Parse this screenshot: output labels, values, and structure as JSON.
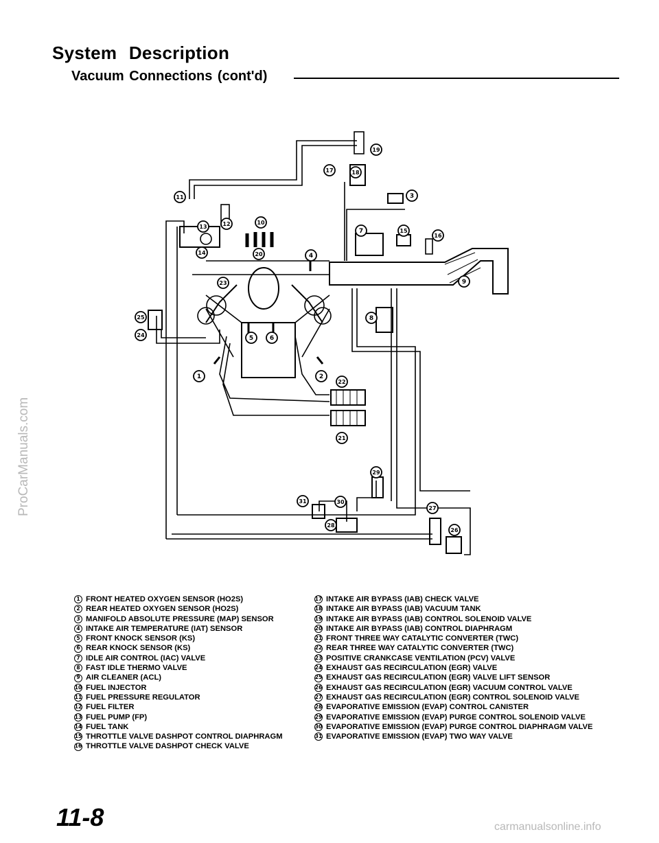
{
  "header": {
    "title": "System Description",
    "subtitle": "Vacuum Connections (cont'd)"
  },
  "watermark": "ProCarManuals.com",
  "footer": {
    "page_number": "11-8",
    "site": "carmanualsonline.info"
  },
  "diagram_callouts": [
    "1",
    "2",
    "3",
    "4",
    "5",
    "6",
    "7",
    "8",
    "9",
    "10",
    "11",
    "12",
    "13",
    "14",
    "15",
    "16",
    "17",
    "18",
    "19",
    "20",
    "21",
    "22",
    "23",
    "24",
    "25",
    "26",
    "27",
    "28",
    "29",
    "30",
    "31"
  ],
  "legend_left": [
    {
      "num": "1",
      "label": "FRONT HEATED OXYGEN SENSOR (HO2S)"
    },
    {
      "num": "2",
      "label": "REAR HEATED OXYGEN SENSOR (HO2S)"
    },
    {
      "num": "3",
      "label": "MANIFOLD ABSOLUTE PRESSURE (MAP) SENSOR"
    },
    {
      "num": "4",
      "label": "INTAKE AIR TEMPERATURE (IAT) SENSOR"
    },
    {
      "num": "5",
      "label": "FRONT KNOCK SENSOR (KS)"
    },
    {
      "num": "6",
      "label": "REAR KNOCK SENSOR (KS)"
    },
    {
      "num": "7",
      "label": "IDLE AIR CONTROL (IAC) VALVE"
    },
    {
      "num": "8",
      "label": "FAST IDLE THERMO VALVE"
    },
    {
      "num": "9",
      "label": "AIR CLEANER (ACL)"
    },
    {
      "num": "10",
      "label": "FUEL INJECTOR"
    },
    {
      "num": "11",
      "label": "FUEL PRESSURE REGULATOR"
    },
    {
      "num": "12",
      "label": "FUEL FILTER"
    },
    {
      "num": "13",
      "label": "FUEL PUMP (FP)"
    },
    {
      "num": "14",
      "label": "FUEL TANK"
    },
    {
      "num": "15",
      "label": "THROTTLE VALVE DASHPOT CONTROL DIAPHRAGM"
    },
    {
      "num": "16",
      "label": "THROTTLE VALVE DASHPOT CHECK VALVE"
    }
  ],
  "legend_right": [
    {
      "num": "17",
      "label": "INTAKE AIR BYPASS (IAB) CHECK VALVE"
    },
    {
      "num": "18",
      "label": "INTAKE AIR BYPASS (IAB) VACUUM TANK"
    },
    {
      "num": "19",
      "label": "INTAKE AIR BYPASS (IAB) CONTROL SOLENOID VALVE"
    },
    {
      "num": "20",
      "label": "INTAKE AIR BYPASS (IAB) CONTROL DIAPHRAGM"
    },
    {
      "num": "21",
      "label": "FRONT THREE WAY CATALYTIC CONVERTER (TWC)"
    },
    {
      "num": "22",
      "label": "REAR THREE WAY CATALYTIC CONVERTER (TWC)"
    },
    {
      "num": "23",
      "label": "POSITIVE CRANKCASE VENTILATION (PCV) VALVE"
    },
    {
      "num": "24",
      "label": "EXHAUST GAS RECIRCULATION (EGR) VALVE"
    },
    {
      "num": "25",
      "label": "EXHAUST GAS RECIRCULATION (EGR) VALVE LIFT SENSOR"
    },
    {
      "num": "26",
      "label": "EXHAUST GAS RECIRCULATION (EGR) VACUUM CONTROL VALVE"
    },
    {
      "num": "27",
      "label": "EXHAUST GAS RECIRCULATION (EGR) CONTROL SOLENOID VALVE"
    },
    {
      "num": "28",
      "label": "EVAPORATIVE EMISSION (EVAP) CONTROL CANISTER"
    },
    {
      "num": "29",
      "label": "EVAPORATIVE EMISSION (EVAP) PURGE CONTROL SOLENOID VALVE"
    },
    {
      "num": "30",
      "label": "EVAPORATIVE EMISSION (EVAP) PURGE CONTROL DIAPHRAGM VALVE"
    },
    {
      "num": "31",
      "label": "EVAPORATIVE EMISSION (EVAP) TWO WAY VALVE"
    }
  ]
}
